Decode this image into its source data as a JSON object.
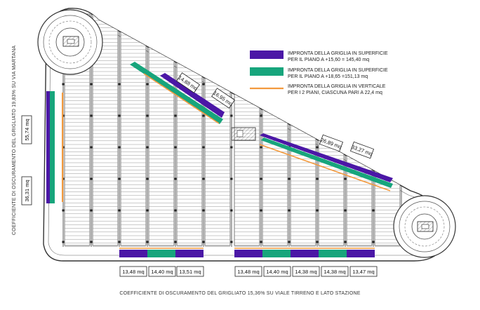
{
  "legend": {
    "items": [
      {
        "color": "#4b17a6",
        "line1": "IMPRONTA DELLA GRIGLIA IN SUPERFICIE",
        "line2": "PER IL PIANO A +15,60 = 145,40 mq"
      },
      {
        "color": "#17a57c",
        "line1": "IMPRONTA DELLA GRIGLIA IN SUPERFICIE",
        "line2": "PER IL PIANO A +18,65 =151,13 mq"
      },
      {
        "color": "#f39a3e",
        "line1": "IMPRONTA DELLA GRIGLIA IN VERTICALE",
        "line2": "PER I 2 PIANI, CIASCUNA PARI A 22,4 mq"
      }
    ]
  },
  "measures": {
    "top_diag": [
      "14,88 mq",
      "16,95 mq",
      "26,89 mq",
      "33,27 mq"
    ],
    "left_vert": [
      "55,74 mq",
      "36,31 mq"
    ],
    "bottom_left": [
      "13,48 mq",
      "14,40 mq",
      "13,51 mq"
    ],
    "bottom_right": [
      "13,48 mq",
      "14,40 mq",
      "14,38 mq",
      "14,38 mq",
      "13,47 mq"
    ]
  },
  "captions": {
    "left": "COEFFICIENTE DI OSCURAMENTO DEL GRIGLIATO 19,83% SU VIA MARTANA",
    "bottom": "COEFFICIENTE DI OSCURAMENTO DEL GRIGLIATO 15,36% SU VIALE TIRRENO E LATO STAZIONE"
  },
  "colors": {
    "purple": "#4b17a6",
    "green": "#17a57c",
    "orange": "#f39a3e",
    "line": "#333333"
  }
}
